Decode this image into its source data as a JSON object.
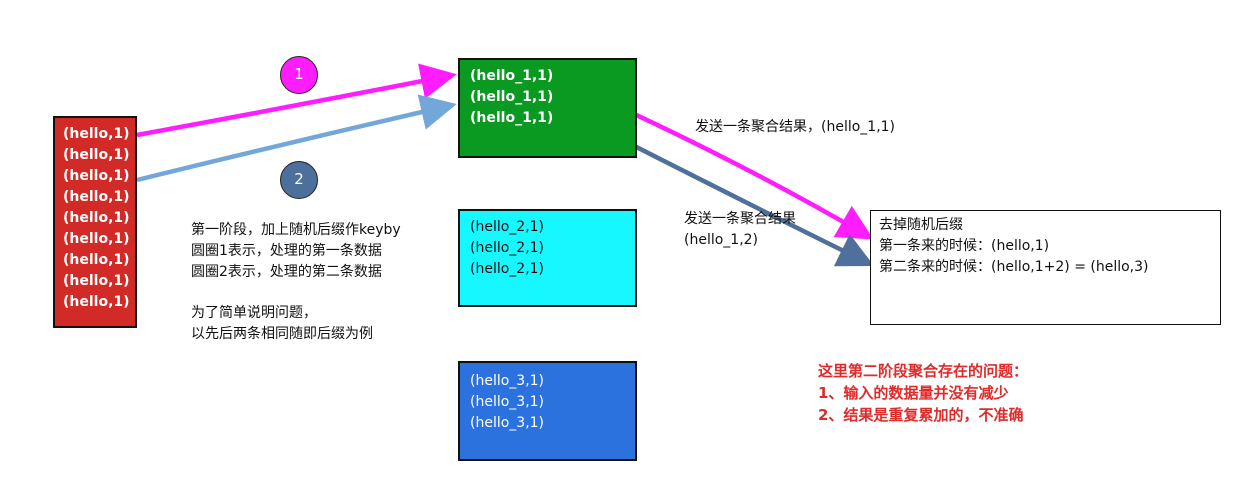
{
  "source_box": {
    "lines": [
      "(hello,1)",
      "(hello,1)",
      "(hello,1)",
      "(hello,1)",
      "(hello,1)",
      "(hello,1)",
      "(hello,1)",
      "(hello,1)",
      "(hello,1)"
    ]
  },
  "green_box": {
    "lines": [
      "(hello_1,1)",
      "(hello_1,1)",
      "(hello_1,1)"
    ]
  },
  "cyan_box": {
    "lines": [
      "(hello_2,1)",
      "(hello_2,1)",
      "(hello_2,1)"
    ]
  },
  "blue_box": {
    "lines": [
      "(hello_3,1)",
      "(hello_3,1)",
      "(hello_3,1)"
    ]
  },
  "circles": {
    "first": "1",
    "second": "2"
  },
  "stage_note": {
    "line1": "第一阶段，加上随机后缀作keyby",
    "line2": "圆圈1表示，处理的第一条数据",
    "line3": "圆圈2表示，处理的第二条数据",
    "line4": "为了简单说明问题，",
    "line5": "以先后两条相同随即后缀为例"
  },
  "send_label_1": "发送一条聚合结果，(hello_1,1)",
  "send_label_2": {
    "line1": "发送一条聚合结果",
    "line2": "(hello_1,2)"
  },
  "result_box": {
    "line1": "去掉随机后缀",
    "line2": "第一条来的时候：(hello,1)",
    "line3": "第二条来的时候：(hello,1+2) = (hello,3)"
  },
  "problem_note": {
    "line1": "这里第二阶段聚合存在的问题：",
    "line2": "1、输入的数据量并没有减少",
    "line3": "2、结果是重复累加的，不准确"
  },
  "colors": {
    "magenta_arrow": "#ff1dff",
    "light_blue_arrow": "#74a7d9",
    "slate_blue_arrow": "#4f6f9c",
    "source_box": "#d22a27",
    "green_box": "#0a9a22",
    "cyan_box": "#16f7ff",
    "blue_box": "#2c72de",
    "problem_text": "#e02b2b"
  }
}
